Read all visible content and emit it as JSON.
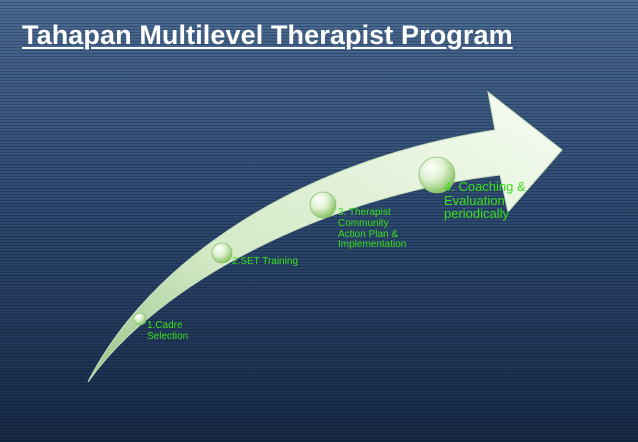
{
  "title": "Tahapan Multilevel Therapist Program",
  "stages": [
    {
      "label": "1.Cadre\nSelection"
    },
    {
      "label": "2.SET Training"
    },
    {
      "label": "3. Therapist\nCommunity\nAction Plan &\nImplementation"
    },
    {
      "label": "4. Coaching &\nEvaluation\nperiodically"
    }
  ],
  "colors": {
    "label_text": "#39e01a",
    "arrow_fill": "#eef7e6",
    "title_text": "#ffffff",
    "background_top": "#4a6a92",
    "background_bottom": "#172a48"
  }
}
